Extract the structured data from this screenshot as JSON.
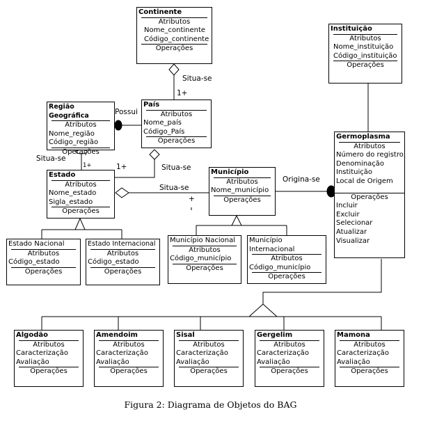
{
  "labels": {
    "situa_se_1": "Situa-se",
    "situa_se_2": "Situa-se",
    "situa_se_3": "Situa-se",
    "situa_se_4": "Situa-se",
    "possui": "Possui",
    "origina_se": "Origina-se",
    "mult_1plus_a": "1+",
    "mult_1plus_b": "1+",
    "mult_1plus_c": "1+",
    "mult_plus": "+"
  },
  "boxes": {
    "continente": {
      "title": "Continente",
      "sec": "Atributos",
      "attrs": [
        "Nome_continente",
        "Código_continente"
      ],
      "ops": "Operações"
    },
    "instituicao": {
      "title": "Instituição",
      "sec": "Atributos",
      "attrs": [
        "Nome_instituição",
        "Código_instituição"
      ],
      "ops": "Operações"
    },
    "regiao": {
      "title": "Região Geográfica",
      "sec": "Atributos",
      "attrs": [
        "Nome_região",
        "Código_região"
      ],
      "ops": "Operações"
    },
    "pais": {
      "title": "País",
      "sec": "Atributos",
      "attrs": [
        "Nome_país",
        "Código_País"
      ],
      "ops": "Operações"
    },
    "germoplasma": {
      "title": "Germoplasma",
      "sec": "Atributos",
      "attrs": [
        "Número do registro",
        "Denominação",
        "Instituição",
        "Local de Origem"
      ],
      "ops": "Operações",
      "methods": [
        "Incluir",
        "Excluir",
        "Selecionar",
        "Atualizar",
        "Visualizar"
      ]
    },
    "estado": {
      "title": "Estado",
      "sec": "Atributos",
      "attrs": [
        "Nome_estado",
        "Sigla_estado"
      ],
      "ops": "Operações"
    },
    "municipio": {
      "title": "Município",
      "sec": "Atributos",
      "attrs": [
        "Nome_município"
      ],
      "ops": "Operações"
    },
    "estado_nacional": {
      "title": "Estado Nacional",
      "sec": "Atributos",
      "attrs": [
        "Código_estado"
      ],
      "ops": "Operações"
    },
    "estado_internacional": {
      "title": "Estado Internacional",
      "sec": "Atributos",
      "attrs": [
        "Código_estado"
      ],
      "ops": "Operações"
    },
    "municipio_nacional": {
      "title": "Município Nacional",
      "sec": "Atributos",
      "attrs": [
        "Código_município"
      ],
      "ops": "Operações"
    },
    "municipio_internacional": {
      "title": "Município Internacional",
      "sec": "Atributos",
      "attrs": [
        "Código_município"
      ],
      "ops": "Operações"
    },
    "algodao": {
      "title": "Algodão",
      "sec": "Atributos",
      "attrs": [
        "Caracterização",
        "Avaliação"
      ],
      "ops": "Operações"
    },
    "amendoim": {
      "title": "Amendoim",
      "sec": "Atributos",
      "attrs": [
        "Caracterização",
        "Avaliação"
      ],
      "ops": "Operações"
    },
    "sisal": {
      "title": "Sisal",
      "sec": "Atributos",
      "attrs": [
        "Caracterização",
        "Avaliação"
      ],
      "ops": "Operações"
    },
    "gergelim": {
      "title": "Gergelim",
      "sec": "Atributos",
      "attrs": [
        "Caracterização",
        "Avaliação"
      ],
      "ops": "Operações"
    },
    "mamona": {
      "title": "Mamona",
      "sec": "Atributos",
      "attrs": [
        "Caracterização",
        "Avaliação"
      ],
      "ops": "Operações"
    }
  },
  "caption": "Figura 2: Diagrama de Objetos do BAG"
}
